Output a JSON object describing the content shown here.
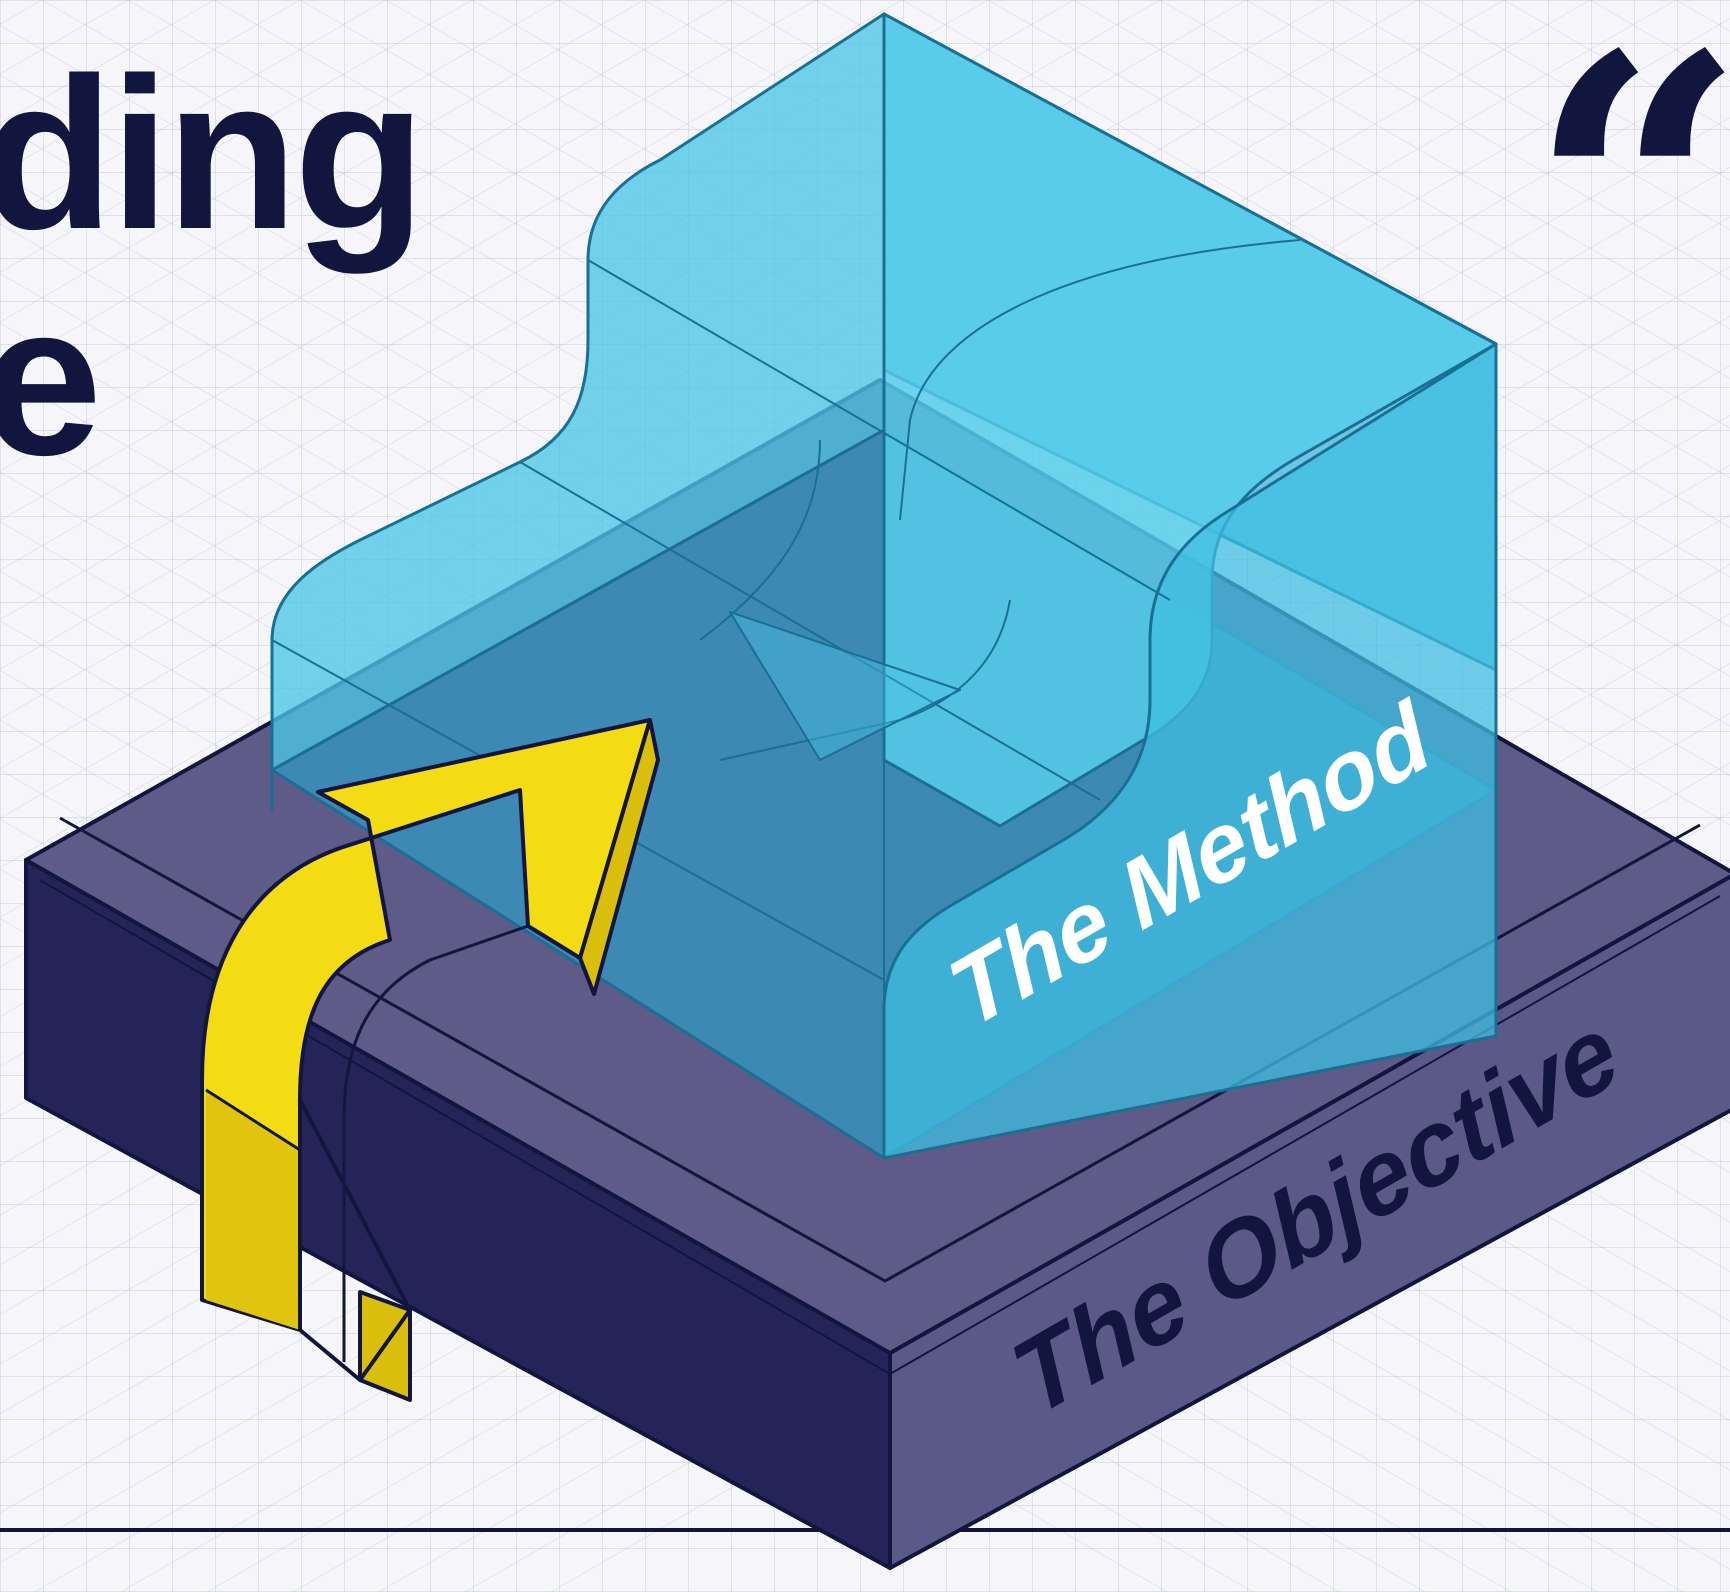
{
  "heading": {
    "line1": "ding",
    "line2": "e"
  },
  "quote_glyph": "“",
  "diagram": {
    "method_label": "The Method",
    "objective_label": "The Objective"
  },
  "colors": {
    "navy": "#12163f",
    "base_top": "#5e5b88",
    "base_side_left": "#252458",
    "base_side_right": "#5b5987",
    "glass": "#4cc6e6",
    "arrow": "#f3dc13",
    "background": "#f6f6fa"
  },
  "icons": [
    "quote-icon",
    "curved-arrow-icon"
  ]
}
